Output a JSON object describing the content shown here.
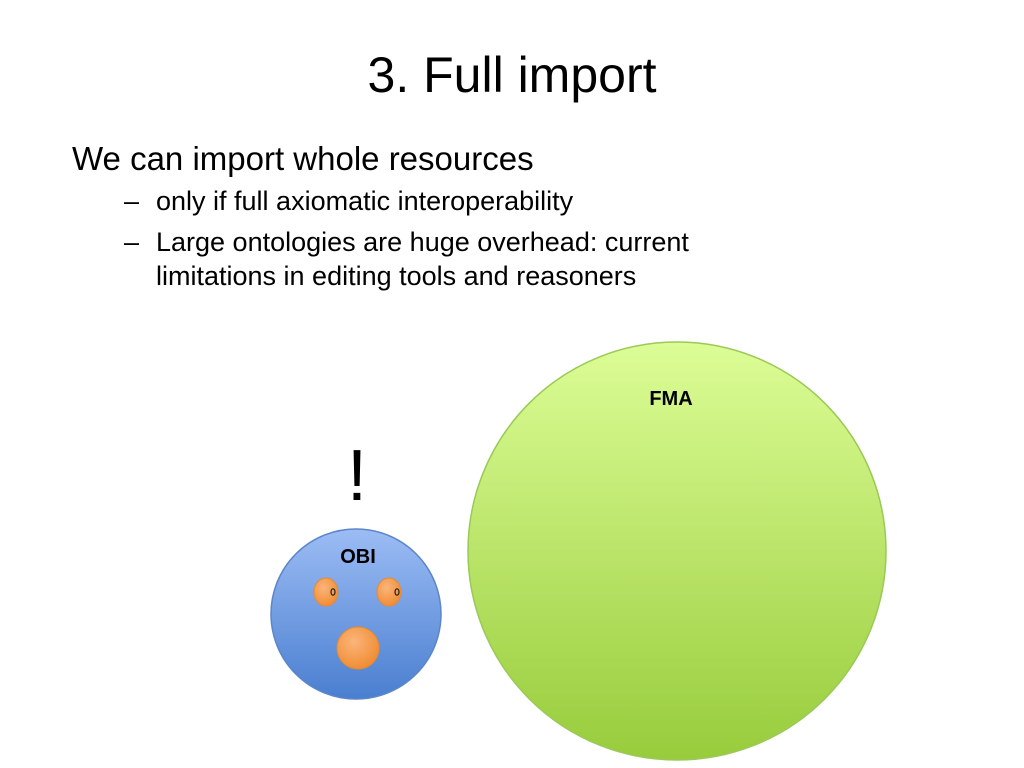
{
  "slide": {
    "title": "3. Full import",
    "main_bullet": "We can import whole resources",
    "dash": "–",
    "sub_bullets": [
      {
        "line1": "only if full axiomatic interoperability",
        "line2": ""
      },
      {
        "line1": "Large ontologies are huge overhead: current",
        "line2": "limitations in editing tools and reasoners"
      }
    ]
  },
  "diagram": {
    "small_circle_label": "OBI",
    "large_circle_label": "FMA",
    "exclamation": "!",
    "colors": {
      "obi_fill_top": "#9cbcf4",
      "obi_fill_bottom": "#4a7fd0",
      "fma_fill_top": "#dcfd96",
      "fma_fill_bottom": "#98cc3c",
      "face_orange": "#f79646"
    }
  }
}
